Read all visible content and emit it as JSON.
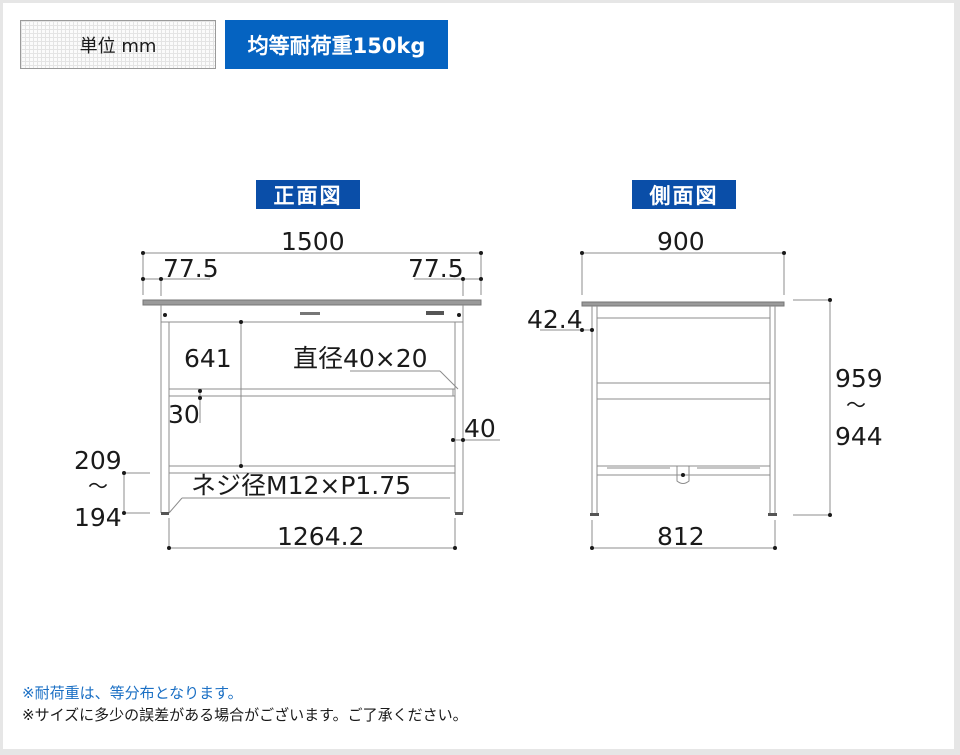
{
  "header": {
    "unit_label": "単位 mm",
    "load_badge": "均等耐荷重150kg"
  },
  "colors": {
    "badge_blue": "#0563c1",
    "title_blue": "#0a4ea8",
    "note_blue": "#1a6fc4",
    "line_gray": "#8c8c8c",
    "border_gray": "#e6e6e6"
  },
  "front_view": {
    "title": "正面図",
    "dimensions": {
      "total_width": "1500",
      "left_offset": "77.5",
      "right_offset": "77.5",
      "shelf_height": "641",
      "pipe_diameter": "直径40×20",
      "shelf_thickness": "30",
      "leg_width": "40",
      "adjuster_range_top": "209",
      "adjuster_range_sep": "〜",
      "adjuster_range_bottom": "194",
      "thread": "ネジ径M12×P1.75",
      "inner_width": "1264.2"
    }
  },
  "side_view": {
    "title": "側面図",
    "dimensions": {
      "total_depth": "900",
      "apron_height": "42.4",
      "height_top": "959",
      "height_sep": "〜",
      "height_bottom": "944",
      "inner_depth": "812"
    }
  },
  "notes": [
    "※耐荷重は、等分布となります。",
    "※サイズに多少の誤差がある場合がございます。ご了承ください。"
  ]
}
